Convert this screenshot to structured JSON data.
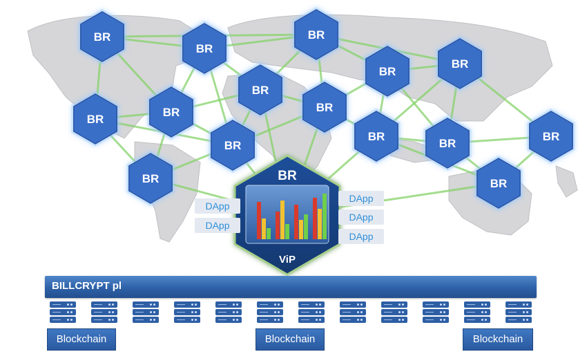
{
  "nodes": {
    "label": "BR",
    "count": 16
  },
  "central_node": {
    "title": "BR",
    "subtitle": "ViP"
  },
  "dapps_left": [
    "DApp",
    "DApp"
  ],
  "dapps_right": [
    "DApp",
    "DApp",
    "DApp"
  ],
  "platform": {
    "label": "BILLCRYPT pl"
  },
  "blockchains": [
    "Blockchain",
    "Blockchain",
    "Blockchain"
  ],
  "colors": {
    "node_fill": "#3a6fc8",
    "node_glow": "#9ac9ff",
    "link": "#86d16a",
    "platform": "#2e61a8",
    "chart_bars": [
      "#d93a2b",
      "#f2c230",
      "#6fcf4a"
    ]
  }
}
